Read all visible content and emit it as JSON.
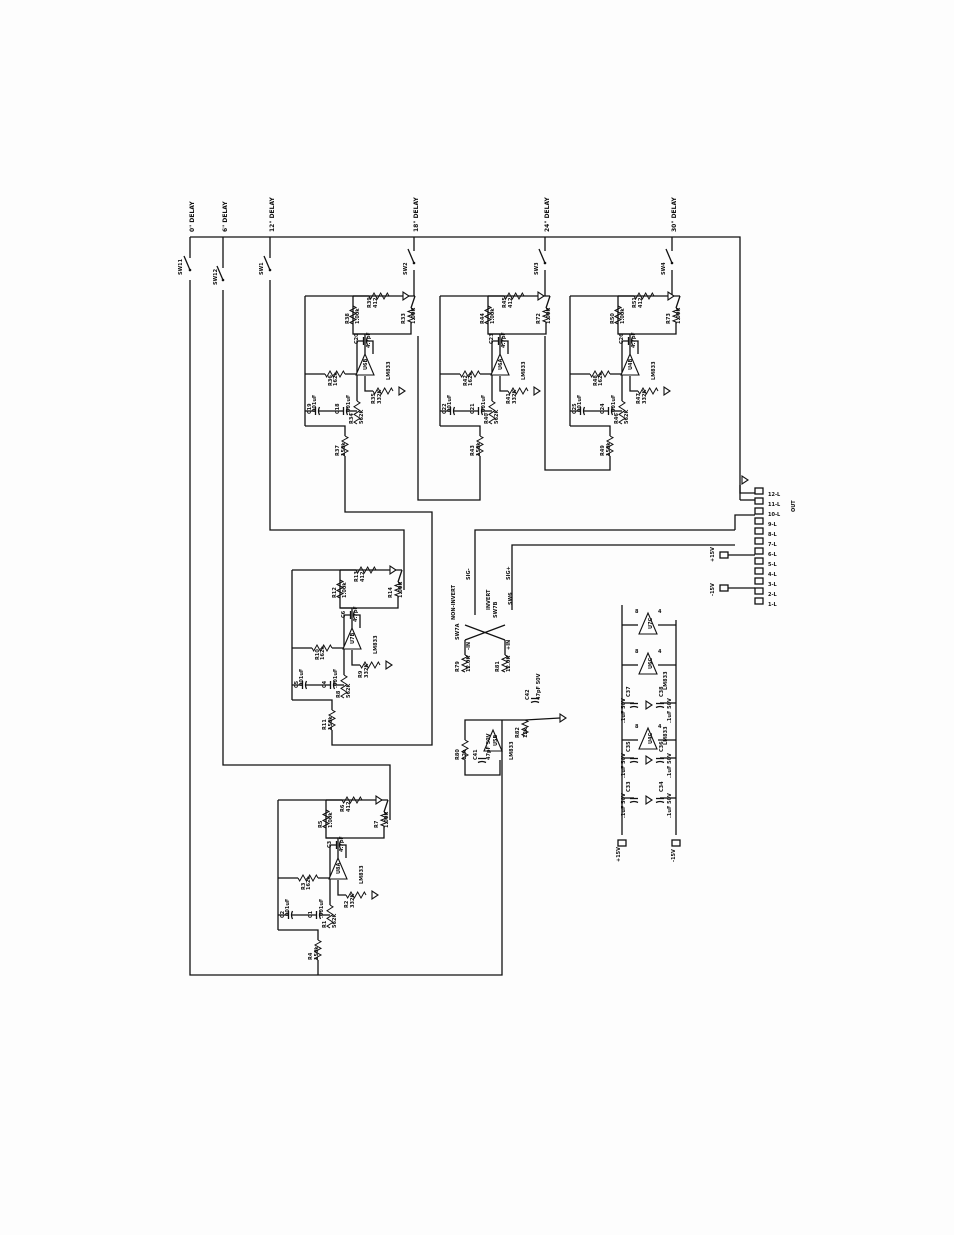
{
  "delays": [
    "0\" DELAY",
    "6\" DELAY",
    "12\" DELAY",
    "18\" DELAY",
    "24\" DELAY",
    "30\" DELAY"
  ],
  "switches": [
    "SW11",
    "SW12",
    "SW1",
    "SW2",
    "SW3",
    "SW4",
    "SW7A",
    "SW7B",
    "SW6"
  ],
  "stages": [
    {
      "opamp": "U6B",
      "ic": "LM833",
      "r_in": "R37",
      "r_in_v": "150k",
      "c_a": "C19",
      "c_a_v": ".001uF",
      "c_b": "C18",
      "c_b_v": ".001uF",
      "r_fb": "R36",
      "r_fb_v": "162k",
      "c_fb": "C20",
      "c_fb_v": "4.7pF",
      "r_g": "R35",
      "r_g_v": "332K",
      "r_bias": "R34",
      "r_bias_v": "562K",
      "r_out": "R38",
      "r_out_v": "1.00k",
      "r_term": "R39",
      "r_term_v": "412",
      "pot": "R33",
      "pot_v": "1.00K"
    },
    {
      "opamp": "U6A",
      "ic": "LM833",
      "r_in": "R43",
      "r_in_v": "150k",
      "c_a": "C22",
      "c_a_v": ".001uF",
      "c_b": "C21",
      "c_b_v": ".001uF",
      "r_fb": "R42",
      "r_fb_v": "162k",
      "c_fb": "C23",
      "c_fb_v": "4.7pF",
      "r_g": "R41",
      "r_g_v": "332K",
      "r_bias": "R40",
      "r_bias_v": "562K",
      "r_out": "R44",
      "r_out_v": "1.00k",
      "r_term": "R45",
      "r_term_v": "412",
      "pot": "R72",
      "pot_v": "1.00K"
    },
    {
      "opamp": "U4B",
      "ic": "LM833",
      "r_in": "R49",
      "r_in_v": "150k",
      "c_a": "C25",
      "c_a_v": ".001uF",
      "c_b": "C24",
      "c_b_v": ".001uF",
      "r_fb": "R48",
      "r_fb_v": "162k",
      "c_fb": "C26",
      "c_fb_v": "4.7pF",
      "r_g": "R47",
      "r_g_v": "332K",
      "r_bias": "R46",
      "r_bias_v": "562K",
      "r_out": "R50",
      "r_out_v": "1.00k",
      "r_term": "R51",
      "r_term_v": "412",
      "pot": "R73",
      "pot_v": "1.00K"
    },
    {
      "opamp": "U7B",
      "ic": "LM833",
      "r_in": "R11",
      "r_in_v": "150k",
      "c_a": "C5",
      "c_a_v": ".001uF",
      "c_b": "C4",
      "c_b_v": ".001uF",
      "r_fb": "R10",
      "r_fb_v": "162k",
      "c_fb": "C6",
      "c_fb_v": "4.7pF",
      "r_g": "R9",
      "r_g_v": "332K",
      "r_bias": "R8",
      "r_bias_v": "562K",
      "r_out": "R12",
      "r_out_v": "1.00k",
      "r_term": "R13",
      "r_term_v": "412",
      "pot": "R14",
      "pot_v": "1.00K"
    },
    {
      "opamp": "U8A",
      "ic": "LM833",
      "r_in": "R4",
      "r_in_v": "150k",
      "c_a": "C2",
      "c_a_v": ".001uF",
      "c_b": "C1",
      "c_b_v": ".001uF",
      "r_fb": "R3",
      "r_fb_v": "162k",
      "c_fb": "C3",
      "c_fb_v": "4.7pF",
      "r_g": "R2",
      "r_g_v": "332K",
      "r_bias": "R1",
      "r_bias_v": "562K",
      "r_out": "R5",
      "r_out_v": "1.00k",
      "r_term": "R6",
      "r_term_v": "412",
      "pot": "R7",
      "pot_v": "1.00K"
    }
  ],
  "buffer": {
    "opamp": "U5B",
    "ic": "LM833",
    "r1": "R80",
    "r1_v": "12k",
    "c1": "C41",
    "c1_v": "47pF 50V",
    "r2": "R82",
    "r2_v": "12k",
    "c2": "C42",
    "c2_v": "47pF 50V",
    "r79": "R79",
    "r79_v": "12.0K",
    "r81": "R81",
    "r81_v": "12.0K",
    "inv_minus": "-IN",
    "inv_plus": "+IN"
  },
  "polarity": {
    "noninvert": "NON-INVERT",
    "invert": "INVERT",
    "sig_minus": "SIG-",
    "sig_plus": "SIG+"
  },
  "connector": {
    "pins": [
      "12-L",
      "11-L",
      "10-L",
      "9-L",
      "8-L",
      "7-L",
      "6-L",
      "5-L",
      "4-L",
      "3-L",
      "2-L",
      "1-L"
    ],
    "label": "OUT",
    "plus": "+15V",
    "minus": "-15V"
  },
  "power": {
    "plus_rail": "+15V",
    "minus_rail": "-15V",
    "ic": "LM833",
    "caps": [
      {
        "ref": "C33",
        "val": ".1uF 50V"
      },
      {
        "ref": "C34",
        "val": ".1uF 50V"
      },
      {
        "ref": "C35",
        "val": ".1uF 50V"
      },
      {
        "ref": "C36",
        "val": ".1uF 50V"
      },
      {
        "ref": "C37",
        "val": ".1uF 50V"
      },
      {
        "ref": "C38",
        "val": ".1uF 50V"
      }
    ],
    "supply_units": [
      "U4C",
      "U6C",
      "U7C"
    ],
    "pins": {
      "top": "8",
      "bottom": "4"
    }
  }
}
